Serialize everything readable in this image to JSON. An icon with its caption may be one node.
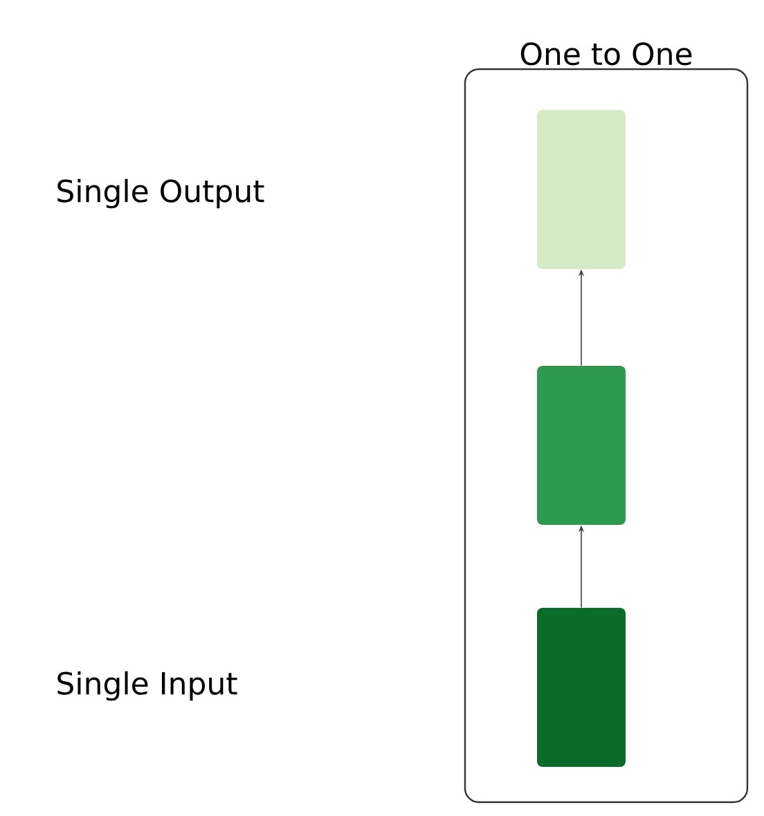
{
  "diagram": {
    "nodes": [
      {
        "text": [
          "One to One"
        ]
      },
      {
        "text": [],
        "shape": "box",
        "in": 0
      },
      {
        "text": [],
        "shape": "box",
        "in": 0
      },
      {
        "text": [],
        "shape": "box",
        "in": 0
      }
    ],
    "edges": [
      {
        "from": 3,
        "to": 2,
        "arrow": "to"
      },
      {
        "from": 2,
        "to": 1,
        "arrow": "to"
      }
    ],
    "labels": [
      "Single Output",
      "Single Input"
    ]
  }
}
